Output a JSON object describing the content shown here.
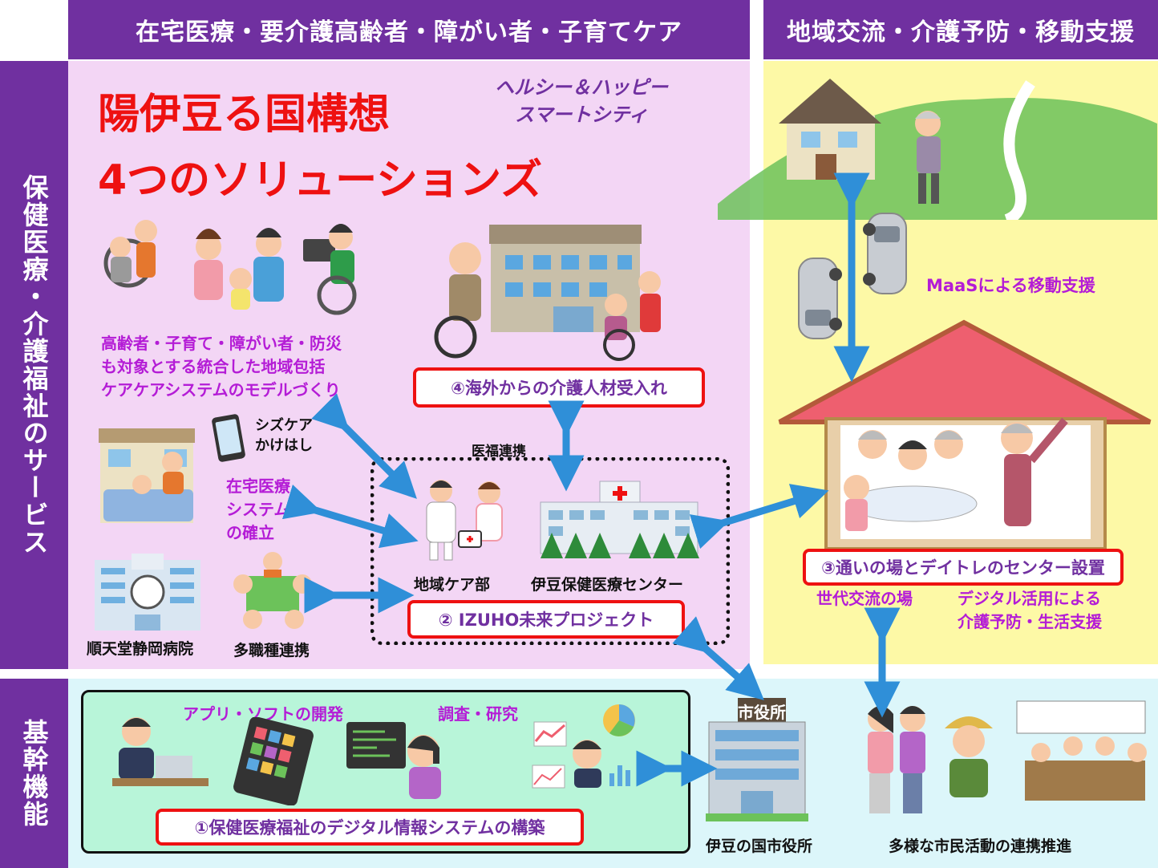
{
  "headers": {
    "top_left": "在宅医療・要介護高齢者・障がい者・子育てケア",
    "top_right": "地域交流・介護予防・移動支援",
    "side_upper": "保健医療・介護福祉のサービス",
    "side_lower": "基幹機能"
  },
  "title": {
    "line1": "陽伊豆る国構想",
    "line2": "4つのソリューションズ",
    "sub1": "ヘルシー＆ハッピー",
    "sub2": "スマートシティ"
  },
  "descriptions": {
    "integrated_1": "高齢者・子育て・障がい者・防災",
    "integrated_2": "も対象とする統合した地域包括",
    "integrated_3": "ケアケアシステムのモデルづくり",
    "app_1": "シズケア",
    "app_2": "かけはし",
    "homecare_1": "在宅医療",
    "homecare_2": "システム",
    "homecare_3": "の確立",
    "maas": "MaaSによる移動支援",
    "gen_exchange": "世代交流の場",
    "digital_1": "デジタル活用による",
    "digital_2": "介護予防・生活支援",
    "app_dev": "アプリ・ソフトの開発",
    "research": "調査・研究",
    "medwelfare": "医福連携"
  },
  "solutions": {
    "s1": "①保健医療福祉のデジタル情報システムの構築",
    "s2": "②  IZUHO未来プロジェクト",
    "s3": "③通いの場とデイトレのセンター設置",
    "s4": "④海外からの介護人材受入れ"
  },
  "labels": {
    "care_dept": "地域ケア部",
    "izu_center": "伊豆保健医療センター",
    "juntendo": "順天堂静岡病院",
    "multi": "多職種連携",
    "city_hall_sign": "市役所",
    "city_hall": "伊豆の国市役所",
    "civic": "多様な市民活動の連携推進"
  },
  "colors": {
    "header_purple": "#7030a0",
    "title_red": "#ee1111",
    "text_magenta": "#b41cd6",
    "arrow_blue": "#2f8fd8"
  }
}
